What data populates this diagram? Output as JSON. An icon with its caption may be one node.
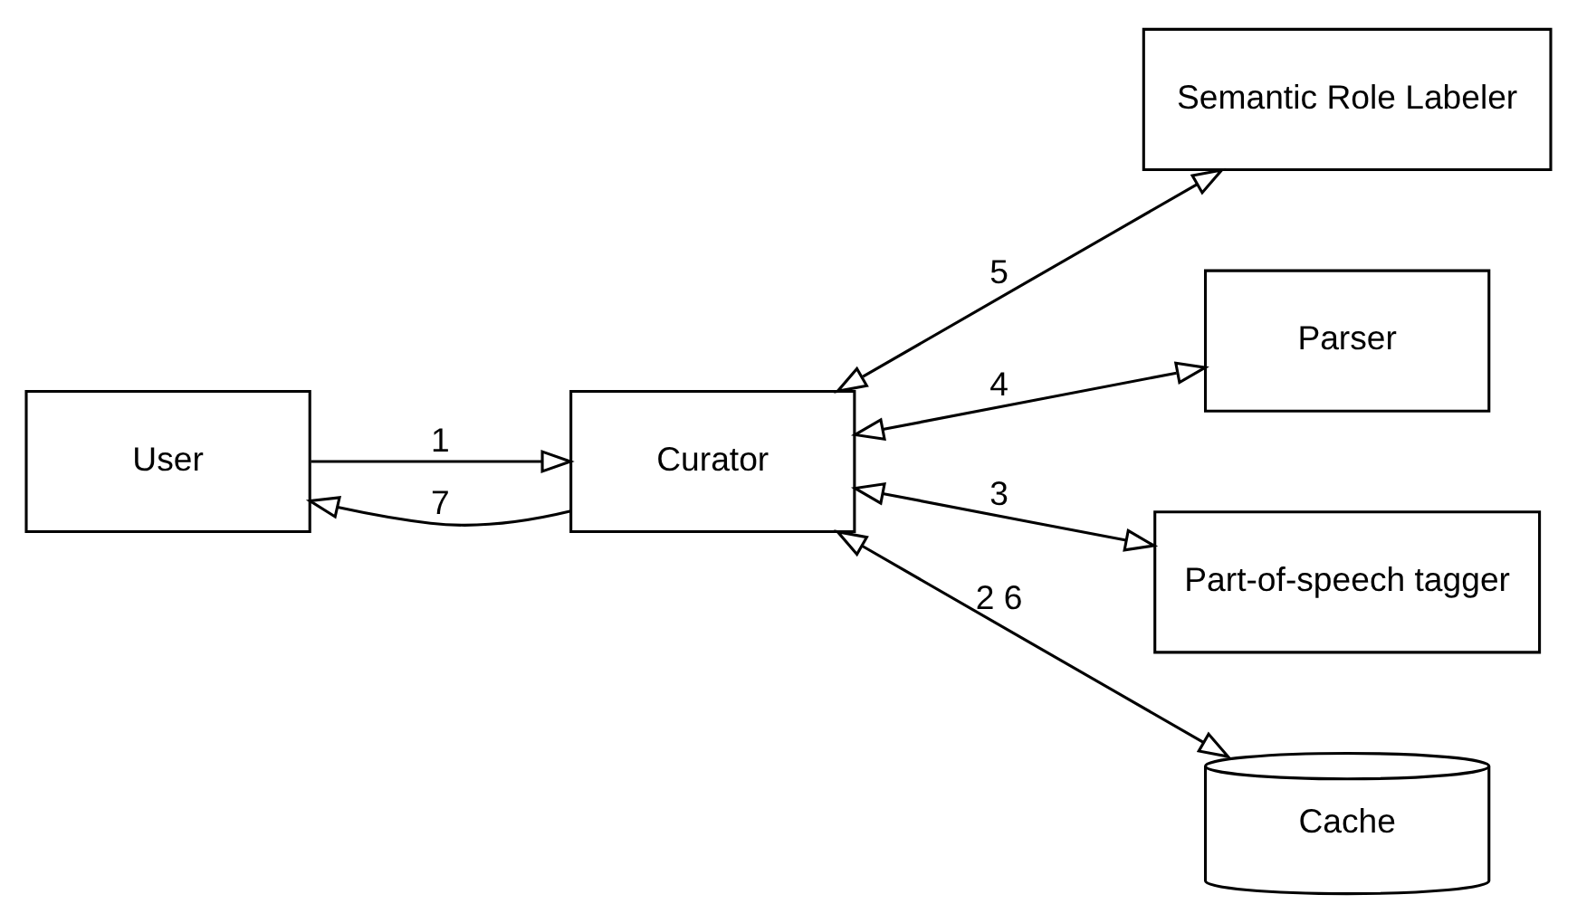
{
  "diagram": {
    "nodes": [
      {
        "text": [
          "User"
        ]
      },
      {
        "text": [
          "Curator"
        ]
      },
      {
        "text": [
          "Semantic Role Labeler"
        ]
      },
      {
        "text": [
          "Parser"
        ]
      },
      {
        "text": [
          "Part-of-speech tagger"
        ]
      },
      {
        "text": [
          "Cache"
        ]
      }
    ],
    "edges": [
      {
        "from": 0,
        "to": 1,
        "arrow": "to",
        "label": "1"
      },
      {
        "from": 1,
        "to": 0,
        "arrow": "to",
        "label": "7"
      },
      {
        "from": 1,
        "to": 2,
        "arrow": "both",
        "label": "5"
      },
      {
        "from": 1,
        "to": 3,
        "arrow": "both",
        "label": "4"
      },
      {
        "from": 1,
        "to": 4,
        "arrow": "both",
        "label": "3"
      },
      {
        "from": 1,
        "to": 5,
        "arrow": "both",
        "label": "2 6"
      }
    ]
  }
}
